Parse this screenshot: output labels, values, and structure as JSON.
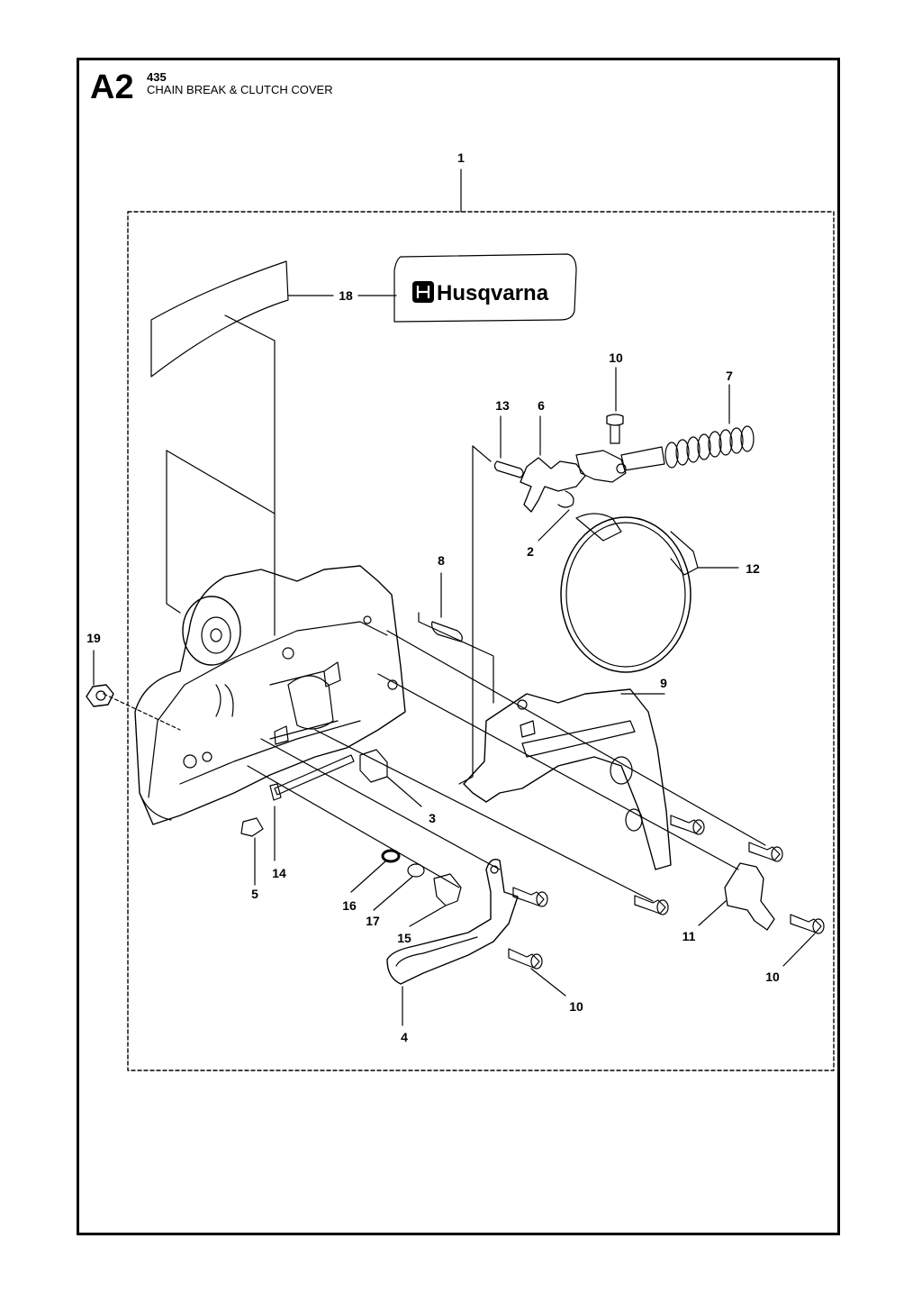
{
  "header": {
    "section_code": "A2",
    "model": "435",
    "title": "CHAIN BREAK & CLUTCH COVER"
  },
  "logo": {
    "text": "Husqvarna"
  },
  "callouts": [
    {
      "id": "c1",
      "text": "1"
    },
    {
      "id": "c18",
      "text": "18"
    },
    {
      "id": "c10a",
      "text": "10"
    },
    {
      "id": "c7",
      "text": "7"
    },
    {
      "id": "c13",
      "text": "13"
    },
    {
      "id": "c6",
      "text": "6"
    },
    {
      "id": "c2",
      "text": "2"
    },
    {
      "id": "c8",
      "text": "8"
    },
    {
      "id": "c12",
      "text": "12"
    },
    {
      "id": "c19",
      "text": "19"
    },
    {
      "id": "c9",
      "text": "9"
    },
    {
      "id": "c3",
      "text": "3"
    },
    {
      "id": "c14",
      "text": "14"
    },
    {
      "id": "c5",
      "text": "5"
    },
    {
      "id": "c16",
      "text": "16"
    },
    {
      "id": "c17",
      "text": "17"
    },
    {
      "id": "c15",
      "text": "15"
    },
    {
      "id": "c11",
      "text": "11"
    },
    {
      "id": "c10b",
      "text": "10"
    },
    {
      "id": "c10c",
      "text": "10"
    },
    {
      "id": "c4",
      "text": "4"
    }
  ]
}
